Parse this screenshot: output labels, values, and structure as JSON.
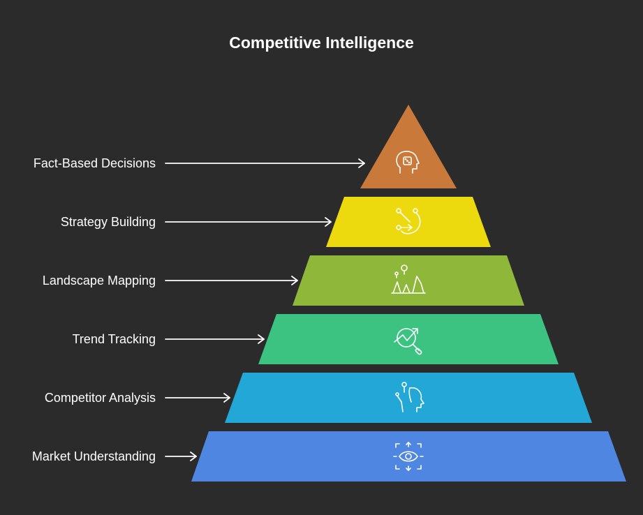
{
  "title": "Competitive Intelligence",
  "levels": [
    {
      "label": "Fact-Based Decisions",
      "color": "#c97a3a",
      "icon": "head-dice-icon"
    },
    {
      "label": "Strategy Building",
      "color": "#ecd90e",
      "icon": "strategy-path-icon"
    },
    {
      "label": "Landscape Mapping",
      "color": "#8fb83a",
      "icon": "landscape-trees-icon"
    },
    {
      "label": "Trend Tracking",
      "color": "#3cc381",
      "icon": "trend-magnifier-icon"
    },
    {
      "label": "Competitor Analysis",
      "color": "#23a7d6",
      "icon": "head-nodes-icon"
    },
    {
      "label": "Market Understanding",
      "color": "#4f86e2",
      "icon": "eye-arrows-icon"
    }
  ]
}
